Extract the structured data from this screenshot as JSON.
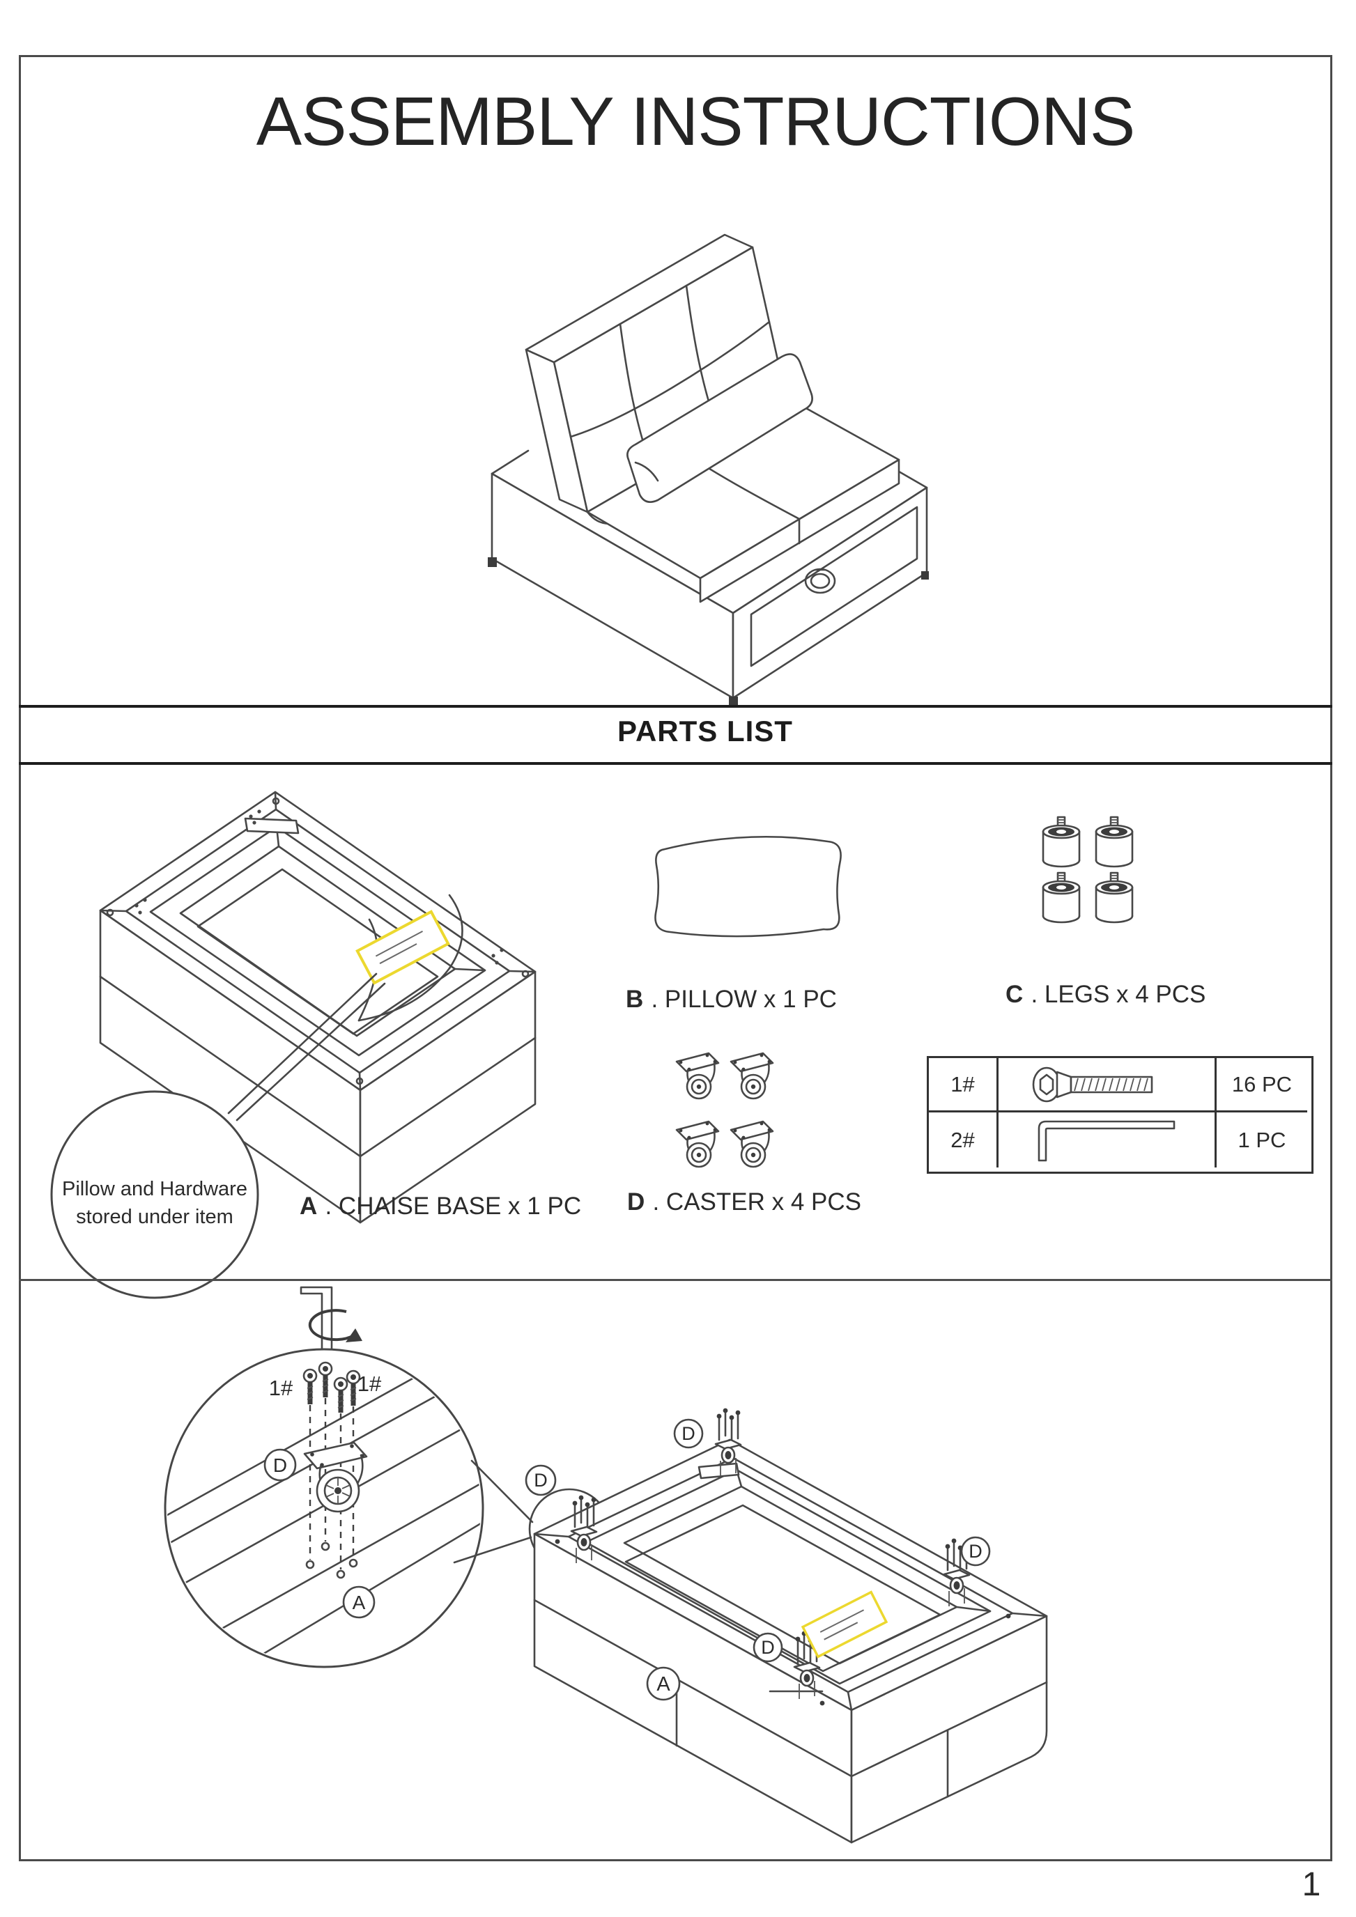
{
  "page": {
    "title": "ASSEMBLY INSTRUCTIONS",
    "page_number": "1"
  },
  "parts_list": {
    "header": "PARTS LIST",
    "items": [
      {
        "letter": "A",
        "label": ". CHAISE BASE x 1 PC"
      },
      {
        "letter": "B",
        "label": ". PILLOW x 1 PC"
      },
      {
        "letter": "C",
        "label": ". LEGS x 4 PCS"
      },
      {
        "letter": "D",
        "label": ". CASTER x 4 PCS"
      }
    ],
    "callout": {
      "line1": "Pillow and Hardware",
      "line2": "stored under item"
    },
    "hardware": {
      "rows": [
        {
          "id": "1#",
          "icon": "hex-socket-screw-icon",
          "qty": "16 PC"
        },
        {
          "id": "2#",
          "icon": "allen-key-icon",
          "qty": "1 PC"
        }
      ]
    }
  },
  "assembly_step": {
    "screw_label": "1#",
    "caster_ref": "D",
    "base_ref": "A"
  },
  "colors": {
    "line": "#474747",
    "label_yellow": "#ecd82f"
  }
}
